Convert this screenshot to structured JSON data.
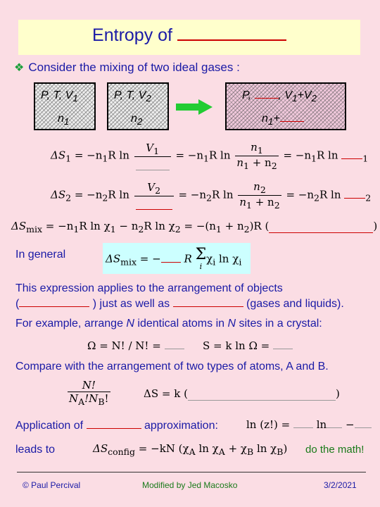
{
  "title": {
    "text": "Entropy of"
  },
  "bullet": {
    "text": "Consider the mixing of two ideal gases :"
  },
  "gases": {
    "box1": {
      "top": "P, T, V",
      "top_sub": "1",
      "bottom": "n",
      "bottom_sub": "1"
    },
    "box2": {
      "top": "P, T, V",
      "top_sub": "2",
      "bottom": "n",
      "bottom_sub": "2"
    },
    "box3": {
      "top_a": "P, ",
      "top_b": ", V",
      "top_sub1": "1",
      "top_c": "+V",
      "top_sub2": "2",
      "bottom_a": "n",
      "bottom_sub": "1",
      "bottom_b": "+"
    }
  },
  "equations": {
    "eq1": {
      "lhs": "ΔS",
      "sub": "1",
      "rhs_prefix": "= −n",
      "ln": "R ln",
      "frac_num": "V",
      "num_sub": "1",
      "mid": "= −n",
      "mid_sub": "1",
      "mid_ln": "R ln",
      "frac2_num": "n",
      "frac2_num_sub": "1",
      "frac2_den": "n",
      "frac2_den_sub1": "1",
      "plus": " + n",
      "frac2_den_sub2": "2",
      "end": "= −n",
      "end_sub": "1",
      "end_ln": "R ln",
      "trail": "1"
    },
    "eq2": {
      "lhs": "ΔS",
      "sub": "2",
      "rhs_prefix": "= −n",
      "ln": "R ln",
      "frac_num": "V",
      "num_sub": "2",
      "mid": "= −n",
      "mid_sub": "2",
      "mid_ln": "R ln",
      "frac2_num": "n",
      "frac2_num_sub": "2",
      "frac2_den": "n",
      "frac2_den_sub1": "1",
      "plus": " + n",
      "frac2_den_sub2": "2",
      "end": "= −n",
      "end_sub": "2",
      "end_ln": "R ln",
      "trail": "2"
    },
    "eq3": {
      "text": "ΔS",
      "sub": "mix",
      "rhs": " = −n",
      "sub1": "1",
      "r1": "R ln χ",
      "sub1b": "1",
      "r2": " − n",
      "sub2": "2",
      "r3": "R ln χ",
      "sub2b": "2",
      "r4": " = −(n",
      "sub3": "1",
      "r5": " + n",
      "sub4": "2",
      "r6": ")R (",
      "r7": ")"
    }
  },
  "general": {
    "label": "In general",
    "formula": {
      "lhs": "ΔS",
      "sub": "mix",
      "eq": " = −",
      "r": "R",
      "sum": "Σ",
      "sum_sub": "i",
      "chi": "χ",
      "chi_sub": "i",
      "ln": " ln χ",
      "ln_sub": "i"
    }
  },
  "paragraph": {
    "line1": "This expression applies to the arrangement of objects",
    "line2_a": "(",
    "line2_b": " ) just as well as ",
    "line2_c": " (gases and liquids).",
    "line3_a": "For example, arrange ",
    "line3_n1": "N",
    "line3_b": " identical atoms in ",
    "line3_n2": "N",
    "line3_c": " sites in a crystal:"
  },
  "omega": {
    "a": "Ω = N! / N! = ",
    "b": "S = k ln Ω = "
  },
  "compare": {
    "text": "Compare with the arrangement of two types of atoms, A and B."
  },
  "multinomial": {
    "num": "N!",
    "den_a": "N",
    "den_a_sub": "A",
    "den_b": "!N",
    "den_b_sub": "B",
    "den_end": "!",
    "ds": "ΔS = k (",
    "close": ")"
  },
  "application": {
    "a": "Application of ",
    "b": " approximation:",
    "ln_open": "ln (z!) = ",
    "ln_mid": " ln",
    "minus": " −"
  },
  "leads": {
    "text": "leads to",
    "formula_a": "ΔS",
    "formula_sub": "config",
    "formula_b": " = −kN (χ",
    "sa": "A",
    "formula_c": " ln χ",
    "sa2": "A",
    "formula_d": " + χ",
    "sb": "B",
    "formula_e": " ln χ",
    "sb2": "B",
    "formula_f": ")",
    "math": "do the math!"
  },
  "footer": {
    "left": "© Paul Percival",
    "center": "Modified by Jed Macosko",
    "right": "3/2/2021"
  }
}
